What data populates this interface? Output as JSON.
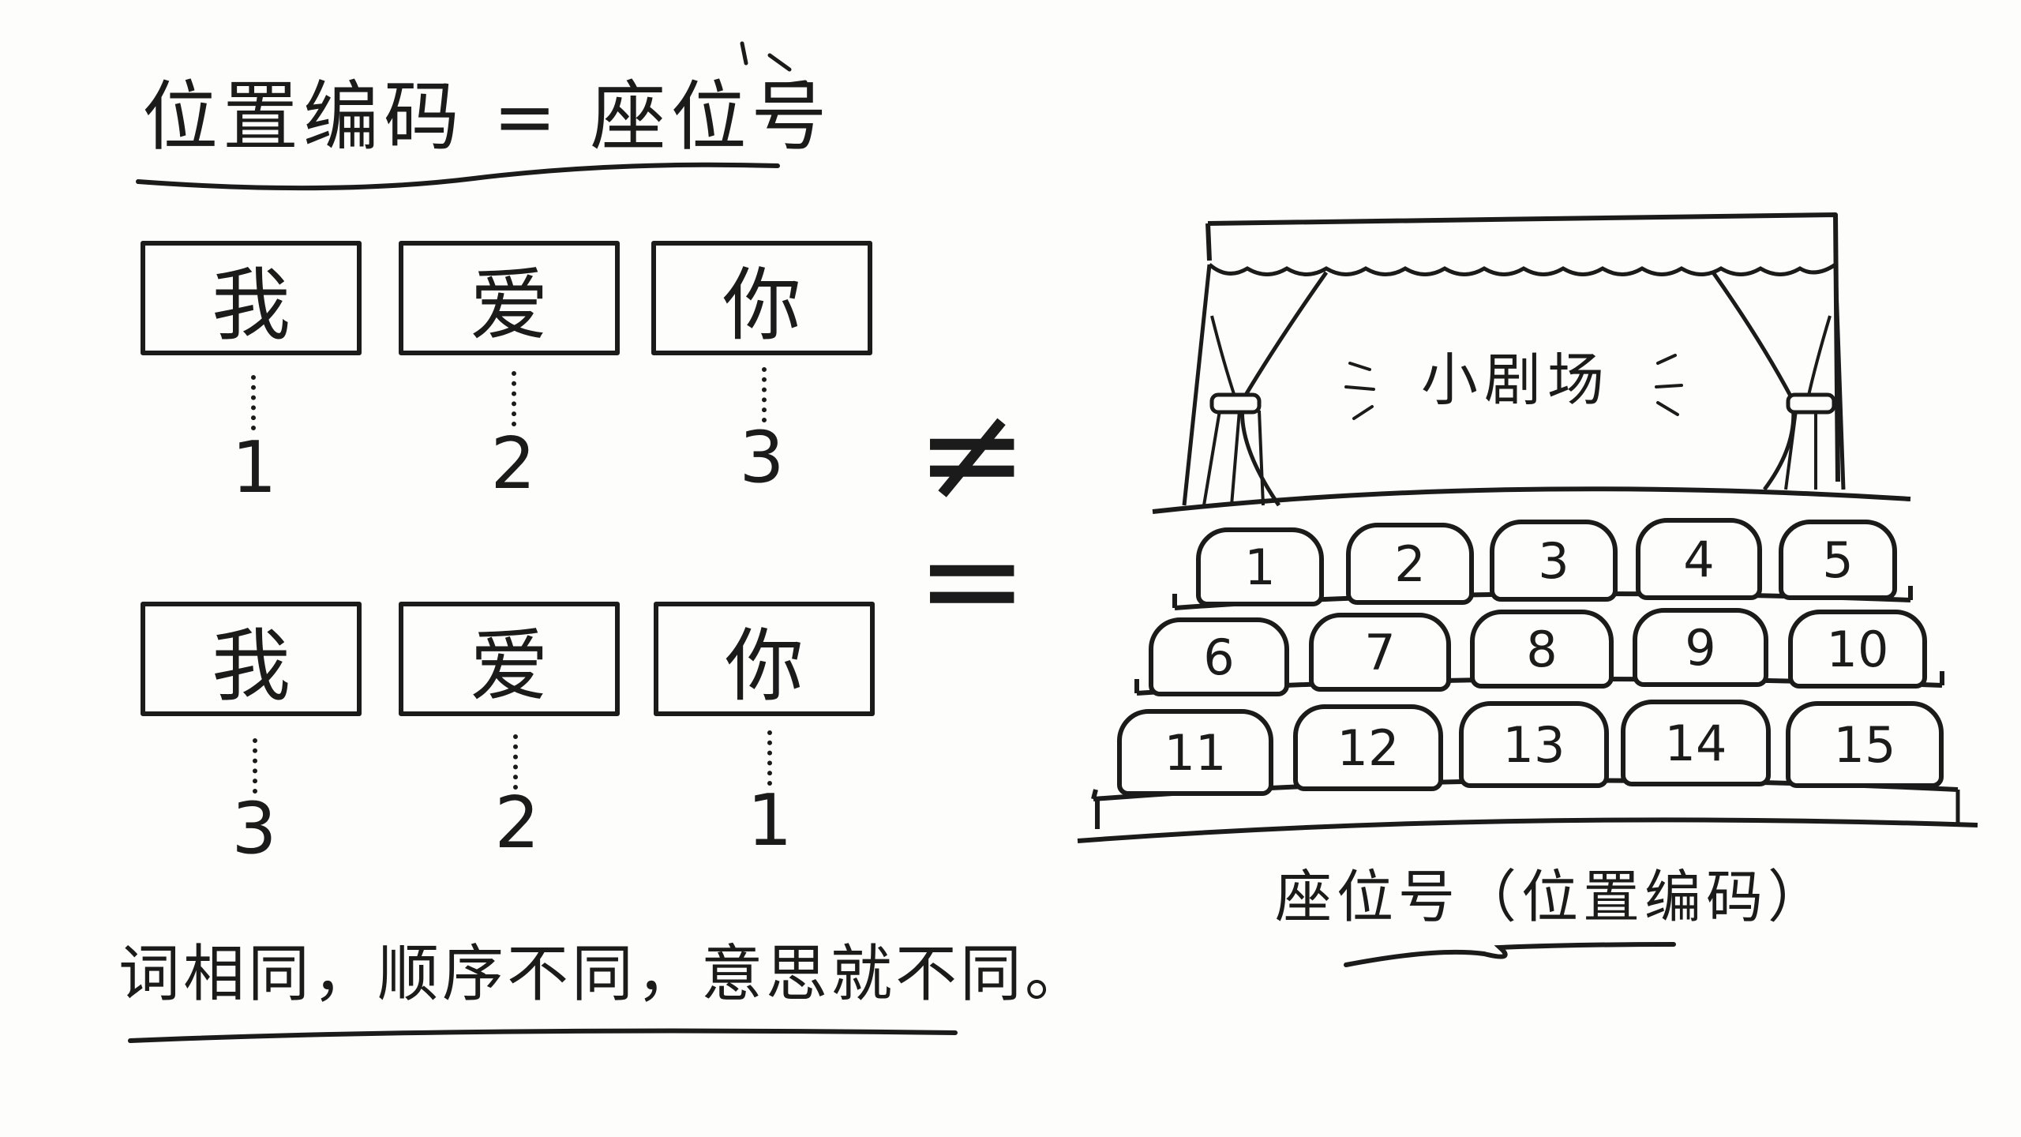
{
  "title": "位置编码 = 座位号",
  "row1": {
    "words": [
      "我",
      "爱",
      "你"
    ],
    "positions": [
      "1",
      "2",
      "3"
    ]
  },
  "row2": {
    "words": [
      "我",
      "爱",
      "你"
    ],
    "positions": [
      "3",
      "2",
      "1"
    ]
  },
  "operators": {
    "not_equal": "≠",
    "equal": "="
  },
  "caption": "词相同，顺序不同，意思就不同。",
  "theater": {
    "stage_label": "小剧场",
    "seats": [
      "1",
      "2",
      "3",
      "4",
      "5",
      "6",
      "7",
      "8",
      "9",
      "10",
      "11",
      "12",
      "13",
      "14",
      "15"
    ],
    "caption": "座位号（位置编码）"
  }
}
